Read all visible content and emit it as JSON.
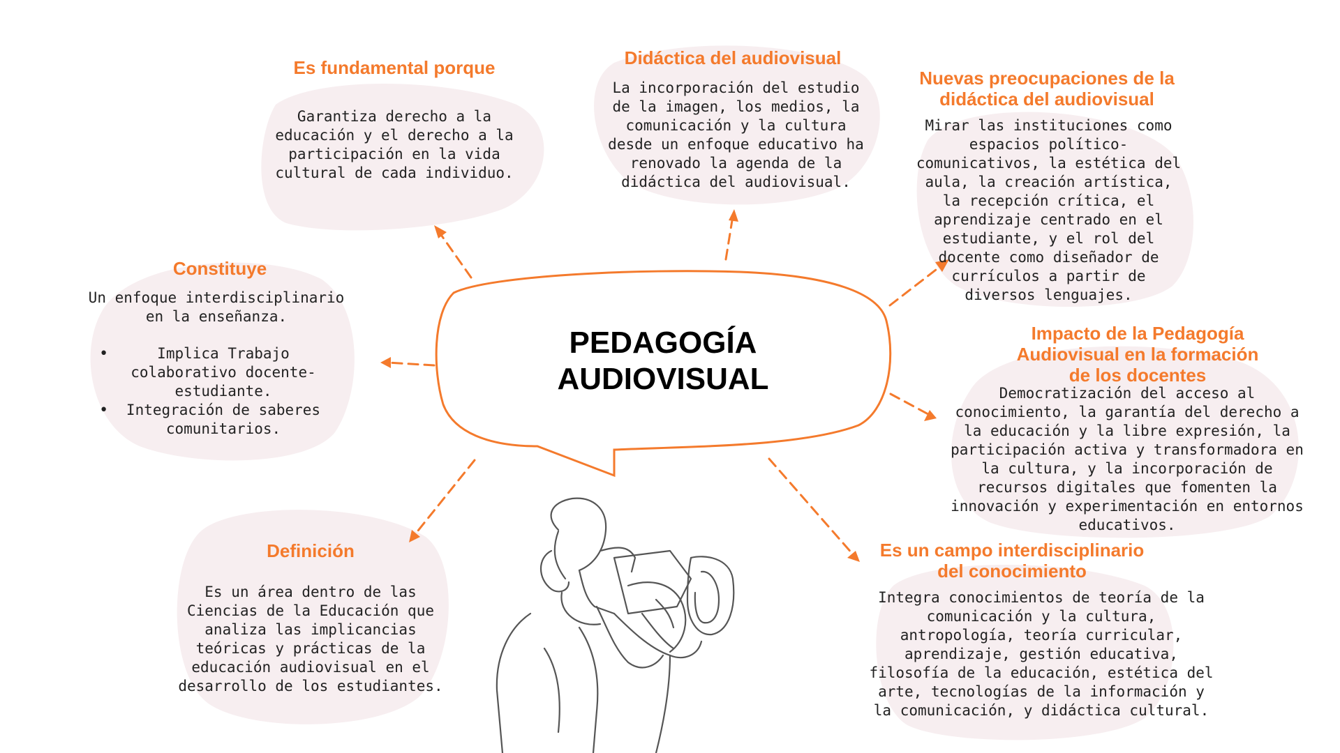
{
  "center": {
    "line1": "PEDAGOGÍA",
    "line2": "AUDIOVISUAL"
  },
  "nodes": {
    "fundamental": {
      "title": "Es fundamental porque",
      "text": "Garantiza derecho a la educación y el derecho a la participación en la vida cultural de cada individuo."
    },
    "didactica": {
      "title": "Didáctica del audiovisual",
      "text": "La incorporación del estudio de la imagen, los medios, la comunicación y la cultura desde un enfoque educativo ha renovado la agenda de la didáctica del audiovisual."
    },
    "nuevas": {
      "title_line1": "Nuevas preocupaciones de la",
      "title_line2": "didáctica del audiovisual",
      "text": "Mirar las instituciones como espacios político-comunicativos, la estética del aula, la creación artística, la recepción crítica, el aprendizaje centrado en el estudiante, y el rol del docente como diseñador de currículos a partir de diversos lenguajes."
    },
    "constituye": {
      "title": "Constituye",
      "text": "Un enfoque interdisciplinario en la enseñanza.",
      "bullets": [
        "Implica Trabajo colaborativo docente-estudiante.",
        "Integración de saberes comunitarios."
      ]
    },
    "impacto": {
      "title_line1": "Impacto de la Pedagogía",
      "title_line2": "Audiovisual en la formación",
      "title_line3": "de los docentes",
      "text": "Democratización del acceso al conocimiento, la garantía del derecho a la educación y la libre expresión, la participación activa y transformadora en la cultura, y la incorporación de recursos digitales que fomenten la innovación y experimentación en entornos educativos."
    },
    "definicion": {
      "title": "Definición",
      "text": "Es un área dentro de las Ciencias de la Educación que analiza las implicancias teóricas y prácticas de la educación audiovisual en el desarrollo de los estudiantes."
    },
    "campo": {
      "title_line1": "Es un campo interdisciplinario",
      "title_line2": "del conocimiento",
      "text": "Integra conocimientos de teoría de la comunicación y la cultura, antropología, teoría curricular, aprendizaje, gestión educativa, filosofía de la educación, estética del arte, tecnologías de la información y la comunicación, y didáctica cultural."
    }
  },
  "colors": {
    "accent": "#f47a2c",
    "blob": "#f7eef0",
    "text": "#222222"
  }
}
